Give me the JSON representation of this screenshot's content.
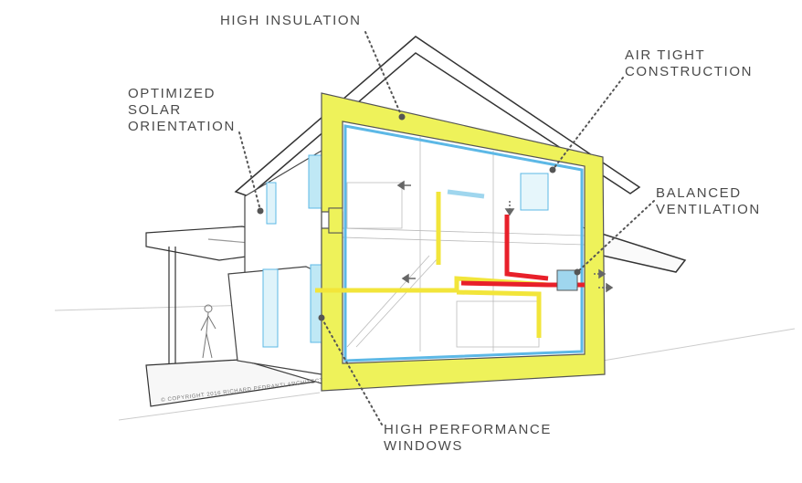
{
  "labels": {
    "high_insulation": "HIGH INSULATION",
    "air_tight": [
      "AIR TIGHT",
      "CONSTRUCTION"
    ],
    "solar": [
      "OPTIMIZED",
      "SOLAR",
      "ORIENTATION"
    ],
    "ventilation": [
      "BALANCED",
      "VENTILATION"
    ],
    "windows": [
      "HIGH PERFORMANCE",
      "WINDOWS"
    ]
  },
  "copyright": "© COPYRIGHT 2016 RICHARD PEDRANTI ARCHITECT",
  "colors": {
    "insulation": "#eef25a",
    "airtight": "#5cb8e6",
    "supply": "#f2e53a",
    "exhaust": "#e8202a",
    "glass": "#bfe8f5",
    "line": "#333333"
  }
}
